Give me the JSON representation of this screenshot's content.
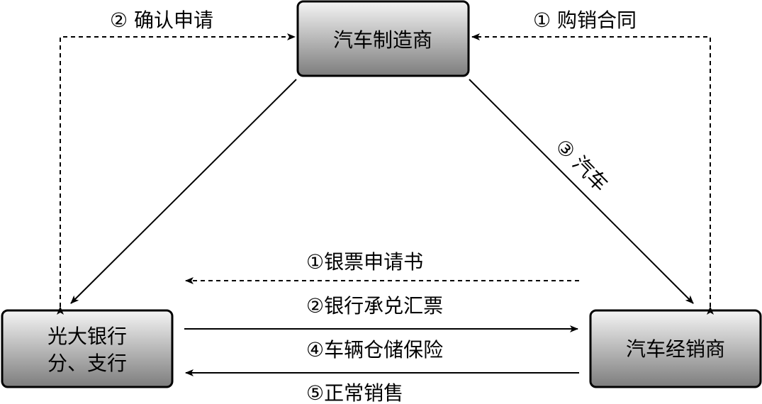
{
  "nodes": {
    "manufacturer": {
      "label": "汽车制造商"
    },
    "bank": {
      "line1": "光大银行",
      "line2": "分、支行"
    },
    "dealer": {
      "label": "汽车经销商"
    }
  },
  "edges": {
    "confirm_application": "② 确认申请",
    "purchase_contract": "① 购销合同",
    "car_delivery": "③ 汽车",
    "bill_application": "①银票申请书",
    "bank_acceptance_bill": "②银行承兑汇票",
    "vehicle_storage_insurance": "④车辆仓储保险",
    "normal_sales": "⑤正常销售"
  },
  "colors": {
    "box_gradient_light": "#f2f2f2",
    "box_gradient_dark": "#7a7a7a",
    "line": "#000000"
  }
}
